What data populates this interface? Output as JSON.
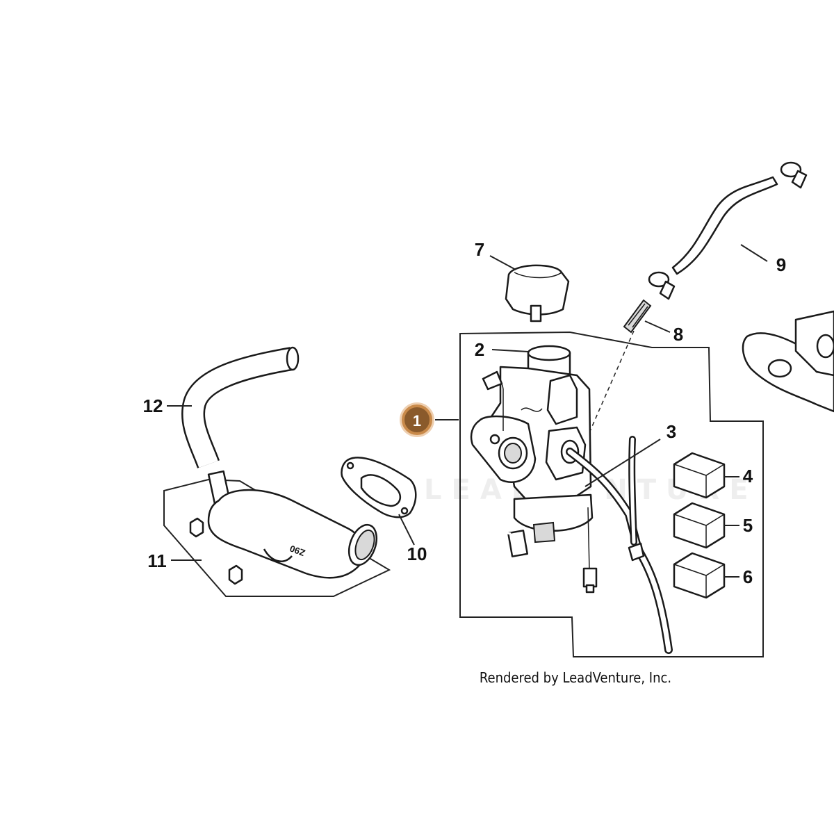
{
  "callouts": {
    "c1": "1",
    "c2": "2",
    "c3": "3",
    "c4": "4",
    "c5": "5",
    "c6": "6",
    "c7": "7",
    "c8": "8",
    "c9": "9",
    "c10": "10",
    "c11": "11",
    "c12": "12"
  },
  "highlight_color": "#b8702c",
  "part_stamp": "Z90",
  "watermark": "LEADVENTURE",
  "credit": "Rendered by LeadVenture, Inc."
}
